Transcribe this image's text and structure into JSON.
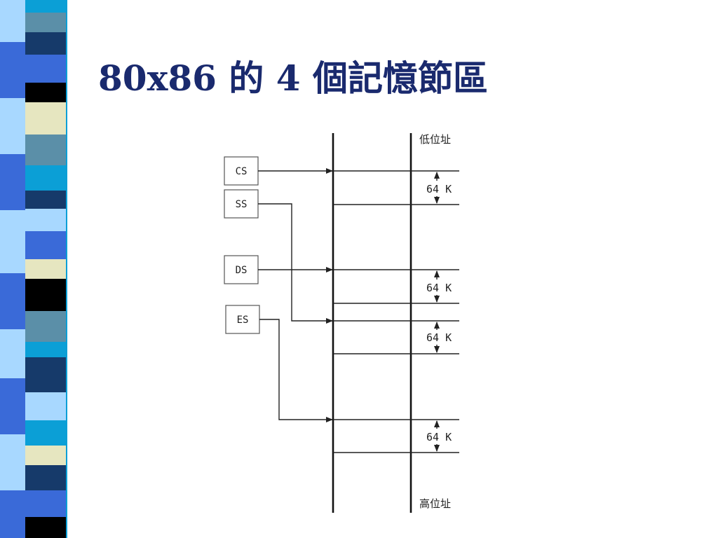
{
  "slide": {
    "title": "80x86 的 4 個記憶節區"
  },
  "diagram": {
    "registers": [
      {
        "label": "CS"
      },
      {
        "label": "SS"
      },
      {
        "label": "DS"
      },
      {
        "label": "ES"
      }
    ],
    "segment_sizes": [
      "64 K",
      "64 K",
      "64 K",
      "64 K"
    ],
    "low_address_label": "低位址",
    "high_address_label": "高位址"
  },
  "colors": {
    "title": "#1a2a6e",
    "strip": [
      "#000000",
      "#3a6ad8",
      "#5b8fa8",
      "#e6e6c0",
      "#0b9fd6",
      "#a8d8ff",
      "#163a6a"
    ]
  }
}
